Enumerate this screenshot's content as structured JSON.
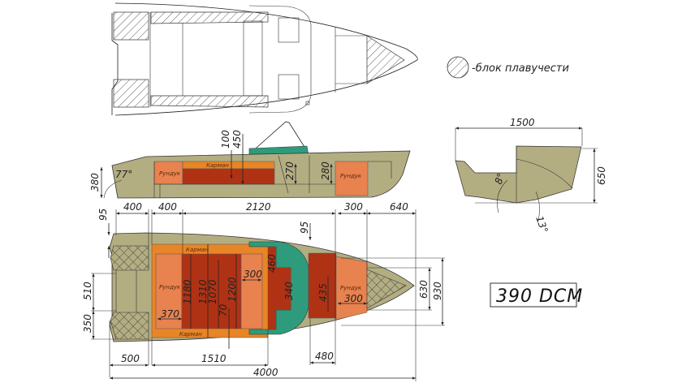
{
  "legend": {
    "symbol": "hatch-circle",
    "label": "-блок плавучести"
  },
  "title_box": {
    "model": "390 DCM"
  },
  "colors": {
    "hull": "#b3ad82",
    "orange": "#e88526",
    "light_orange": "#e8824f",
    "dark_red": "#b03214",
    "teal": "#2e9b7c",
    "line": "#222222"
  },
  "side_view": {
    "labels": {
      "locker_rear": "Рундук",
      "locker_front": "Рундук",
      "pocket": "Карман"
    },
    "dimensions": {
      "transom_height": "380",
      "transom_angle": "77°",
      "d100": "100",
      "d450": "450",
      "d270": "270",
      "d280": "280"
    }
  },
  "section_view": {
    "dimensions": {
      "width": "1500",
      "height": "650",
      "deadrise_8": "8°",
      "deadrise_13": "13°"
    }
  },
  "plan_view": {
    "labels": {
      "locker_rear": "Рундук",
      "locker_front": "Рундук",
      "pocket_top": "Карман",
      "pocket_bottom": "Карман"
    },
    "dimensions": {
      "top": [
        "400",
        "400",
        "2120",
        "300",
        "640"
      ],
      "d95_left": "95",
      "d95_mid": "95",
      "d510": "510",
      "d350": "350",
      "d370": "370",
      "d1180": "1180",
      "d1310": "1310",
      "d1070": "1070",
      "d70": "70",
      "d1200": "1200",
      "d300_seat": "300",
      "d460": "460",
      "d340": "340",
      "d435": "435",
      "d300_bow": "300",
      "d630": "630",
      "d930": "930",
      "d500": "500",
      "d1510": "1510",
      "d480": "480",
      "overall_length": "4000"
    }
  }
}
